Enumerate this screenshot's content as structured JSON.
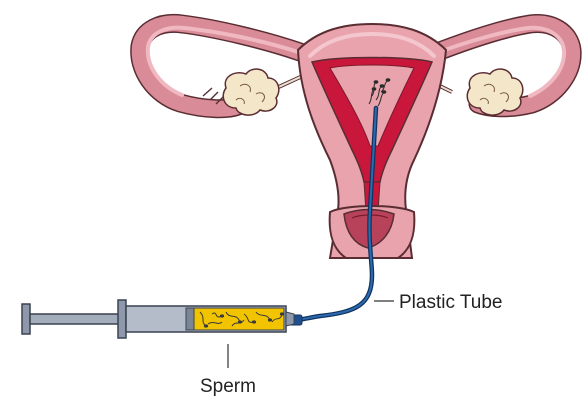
{
  "labels": {
    "plastic_tube": "Plastic Tube",
    "sperm": "Sperm"
  },
  "colors": {
    "uterus_outer": "#e8a3ad",
    "uterus_outline": "#5a2d33",
    "uterine_lining": "#c8173a",
    "fallopian_tube": "#d98c98",
    "ovary": "#f4e6c8",
    "cervix": "#b8425a",
    "plastic_tube": "#1f4f8c",
    "syringe_barrel": "#8d99aa",
    "syringe_outline": "#3a4250",
    "sperm_fluid": "#f2c400",
    "sperm_cells": "#3a3a3a",
    "leader_line": "#333333"
  },
  "icons": [
    "uterus-illustration",
    "syringe-illustration"
  ]
}
